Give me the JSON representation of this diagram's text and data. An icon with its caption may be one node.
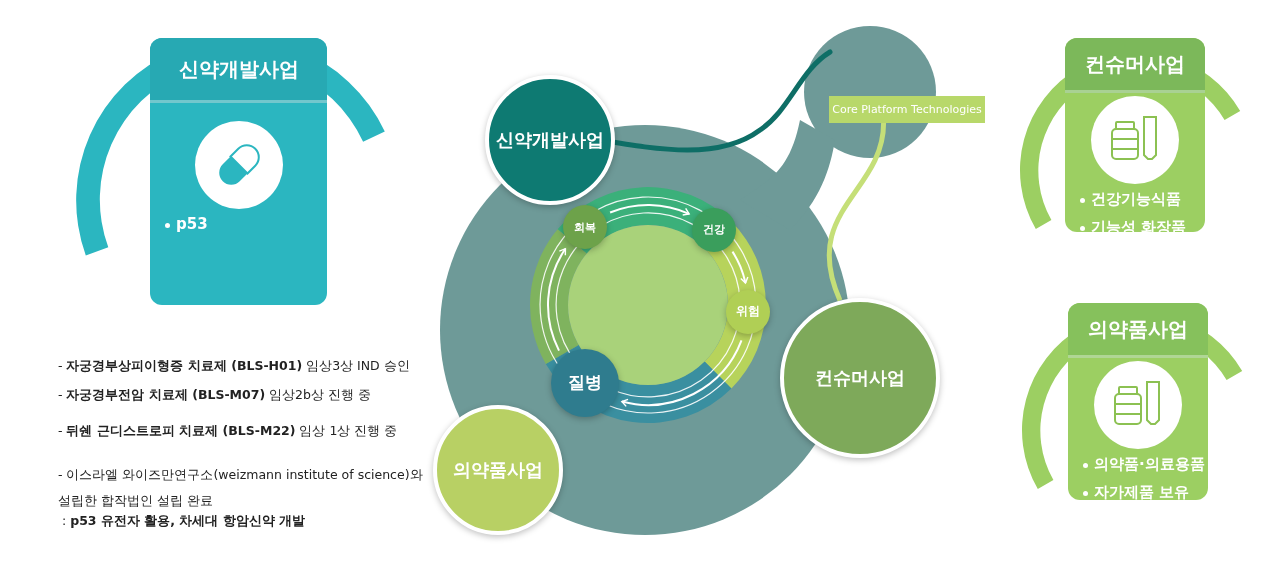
{
  "diagram": {
    "nodes": [
      {
        "text": [
          "신약개발사업",
          "p53"
        ]
      },
      {
        "text": [
          "신약개발사업"
        ]
      },
      {
        "text": [
          "Core Platform Technologies"
        ]
      },
      {
        "text": [
          "컨슈머사업",
          "건강기능식품",
          "기능성 화장품"
        ]
      },
      {
        "text": [
          "회복"
        ]
      },
      {
        "text": [
          "건강"
        ]
      },
      {
        "text": [
          "위험"
        ]
      },
      {
        "text": [
          "질병"
        ]
      },
      {
        "text": [
          "컨슈머사업"
        ]
      },
      {
        "text": [
          "의약품사업",
          "의약품·의료용품",
          "자가제품 보유"
        ]
      },
      {
        "text": [
          "의약품사업"
        ]
      }
    ],
    "edges": [
      {
        "from": 4,
        "to": 5,
        "arrow": "to"
      },
      {
        "from": 5,
        "to": 6,
        "arrow": "to"
      },
      {
        "from": 6,
        "to": 7,
        "arrow": "to"
      },
      {
        "from": 7,
        "to": 4,
        "arrow": "to"
      },
      {
        "from": 2,
        "to": 8,
        "arrow": "none",
        "style": "thick",
        "color": "#c5df78"
      }
    ],
    "labels": [
      "- **자궁경부상피이형증 치료제 (BLS-H01)** 임상3상 IND 승인",
      "- **자궁경부전암 치료제 (BLS-M07)** 임상2b상 진행 중",
      "- **뒤쉔 근디스트로피 치료제 (BLS-M22)** 임상 1상 진행 중",
      "- 이스라엘 와이즈만연구소(weizmann institute of science)와 설립한 합작법인 설립 완료",
      ": **p53 유전자 활용, 차세대 항암신약 개발**"
    ]
  }
}
